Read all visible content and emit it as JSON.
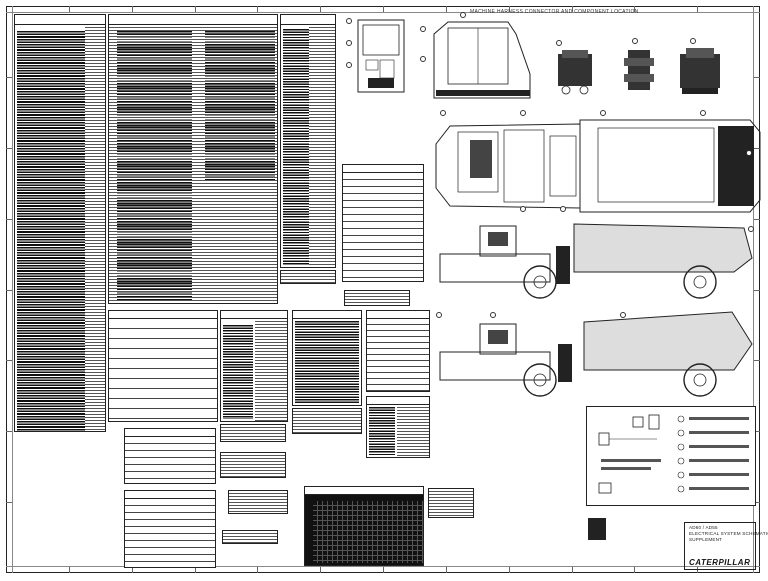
{
  "sheet": {
    "header_title": "MACHINE HARNESS CONNECTOR AND COMPONENT LOCATION"
  },
  "title_block": {
    "line1": "AD60 / AD55",
    "line2": "ELECTRICAL SYSTEM SCHEMATIC",
    "line3": "SUPPLEMENT",
    "brand": "CATERPILLAR"
  },
  "colors": {
    "ink": "#111111",
    "paper": "#ffffff",
    "grid": "#555555"
  }
}
